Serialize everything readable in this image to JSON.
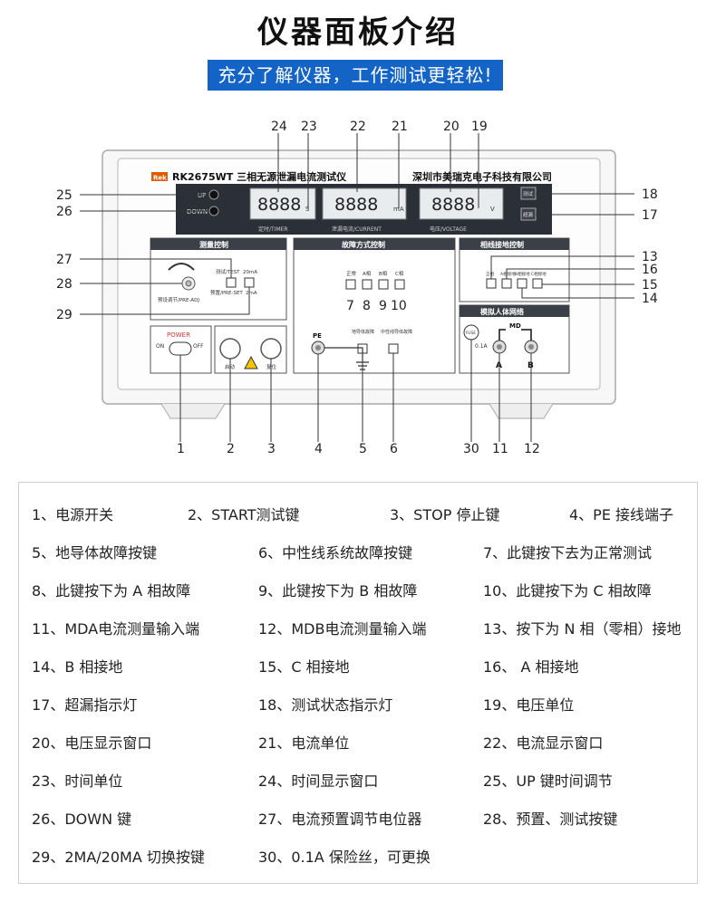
{
  "header": {
    "title": "仪器面板介绍",
    "subtitle": "充分了解仪器，工作测试更轻松!"
  },
  "panel": {
    "brand_logo": "Rek",
    "model": "RK2675WT 三相无源泄漏电流测试仪",
    "company": "深圳市美瑞克电子科技有限公司",
    "up_label": "UP",
    "down_label": "DOWN",
    "timer_display": "8888",
    "timer_unit": "S",
    "timer_caption": "定时/TIMER",
    "current_display": "8888",
    "current_unit": "mA",
    "current_caption": "泄漏电流/CURRENT",
    "voltage_display": "8888",
    "voltage_unit": "V",
    "voltage_caption": "电压/VOLTAGE",
    "test_indicator": "测试",
    "leak_indicator": "超漏",
    "measure_title": "测量控制",
    "test_label": "测试/TEST",
    "preset_label": "预置/PRE-SET",
    "ma20_label": "20mA",
    "ma2_label": "2mA",
    "pot_label": "预设调节/PRE-ADJ",
    "fault_title": "故障方式控制",
    "fault_btn_normal": "正常",
    "fault_btn_a": "A相",
    "fault_btn_b": "B相",
    "fault_btn_c": "C相",
    "pe_label": "PE",
    "ground_fault_label": "地导体故障",
    "neutral_fault_label": "中性线导体故障",
    "phase_title": "相线接地控制",
    "phase_btn_1": "正相",
    "phase_btn_2": "A相接地",
    "phase_btn_3": "B相接地",
    "phase_btn_4": "C相接地",
    "body_title": "模拟人体网络",
    "fuse_label": "FUSE",
    "fuse_value": "0.1A",
    "md_label": "MD",
    "a_label": "A",
    "b_label": "B",
    "power_label": "POWER",
    "on_label": "ON",
    "off_label": "OFF",
    "start_label": "启动",
    "reset_label": "复位"
  },
  "callouts": [
    "1",
    "2",
    "3",
    "4",
    "5",
    "6",
    "7",
    "8",
    "9",
    "10",
    "11",
    "12",
    "13",
    "14",
    "15",
    "16",
    "17",
    "18",
    "19",
    "20",
    "21",
    "22",
    "23",
    "24",
    "25",
    "26",
    "27",
    "28",
    "29",
    "30"
  ],
  "legend": [
    "1、电源开关",
    "2、START测试键",
    "3、STOP 停止键",
    "4、PE 接线端子",
    "5、地导体故障按键",
    "6、中性线系统故障按键",
    "7、此键按下去为正常测试",
    "8、此键按下为 A 相故障",
    "9、此键按下为 B 相故障",
    "10、此键按下为 C 相故障",
    "11、MDA电流测量输入端",
    "12、MDB电流测量输入端",
    "13、按下为 N 相（零相）接地",
    "14、B 相接地",
    "15、C 相接地",
    "16、 A 相接地",
    "17、超漏指示灯",
    "18、测试状态指示灯",
    "19、电压单位",
    "20、电压显示窗口",
    "21、电流单位",
    "22、电流显示窗口",
    "23、时间单位",
    "24、时间显示窗口",
    "25、UP 键时间调节",
    "26、DOWN 键",
    "27、电流预置调节电位器",
    "28、预置、测试按键",
    "29、2MA/20MA 切换按键",
    "30、0.1A 保险丝，可更换"
  ]
}
